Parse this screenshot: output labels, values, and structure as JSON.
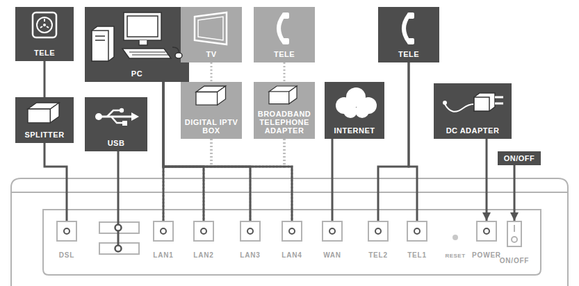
{
  "diagram": {
    "nodes": [
      {
        "text": [
          "TELE"
        ]
      },
      {
        "text": [
          "PC"
        ]
      },
      {
        "text": [
          "TV"
        ]
      },
      {
        "text": [
          "TELE"
        ]
      },
      {
        "text": [
          "TELE"
        ]
      },
      {
        "text": [
          "SPLITTER"
        ]
      },
      {
        "text": [
          "USB"
        ]
      },
      {
        "text": [
          "DIGITAL IPTV BOX"
        ]
      },
      {
        "text": [
          "BROADBAND TELEPHONE ADAPTER"
        ]
      },
      {
        "text": [
          "INTERNET"
        ]
      },
      {
        "text": [
          "DC ADAPTER"
        ]
      },
      {
        "text": [
          "ON/OFF"
        ]
      },
      {
        "text": [
          "DSL"
        ]
      },
      {
        "text": [
          "LAN1"
        ]
      },
      {
        "text": [
          "LAN2"
        ]
      },
      {
        "text": [
          "LAN3"
        ]
      },
      {
        "text": [
          "LAN4"
        ]
      },
      {
        "text": [
          "WAN"
        ]
      },
      {
        "text": [
          "TEL2"
        ]
      },
      {
        "text": [
          "TEL1"
        ]
      },
      {
        "text": [
          "POWER"
        ]
      },
      {
        "text": [
          "ON/OFF"
        ]
      }
    ],
    "edges": [
      {
        "from": 0,
        "to": 5,
        "arrow": "none"
      },
      {
        "from": 5,
        "to": 12,
        "arrow": "none"
      },
      {
        "from": 1,
        "to": 13,
        "arrow": "none"
      },
      {
        "from": 1,
        "to": 14,
        "arrow": "none"
      },
      {
        "from": 1,
        "to": 15,
        "arrow": "none"
      },
      {
        "from": 1,
        "to": 16,
        "arrow": "none"
      },
      {
        "from": 2,
        "to": 7,
        "arrow": "none"
      },
      {
        "from": 7,
        "to": 13,
        "arrow": "none"
      },
      {
        "from": 7,
        "to": 14,
        "arrow": "none"
      },
      {
        "from": 7,
        "to": 15,
        "arrow": "none"
      },
      {
        "from": 7,
        "to": 16,
        "arrow": "none"
      },
      {
        "from": 3,
        "to": 8,
        "arrow": "none"
      },
      {
        "from": 8,
        "to": 13,
        "arrow": "none"
      },
      {
        "from": 8,
        "to": 14,
        "arrow": "none"
      },
      {
        "from": 8,
        "to": 15,
        "arrow": "none"
      },
      {
        "from": 8,
        "to": 16,
        "arrow": "none"
      },
      {
        "from": 9,
        "to": 17,
        "arrow": "none"
      },
      {
        "from": 4,
        "to": 18,
        "arrow": "none"
      },
      {
        "from": 4,
        "to": 19,
        "arrow": "none"
      },
      {
        "from": 10,
        "to": 20,
        "arrow": "to"
      },
      {
        "from": 11,
        "to": 21,
        "arrow": "to"
      }
    ],
    "labels": [
      "RESET"
    ]
  }
}
